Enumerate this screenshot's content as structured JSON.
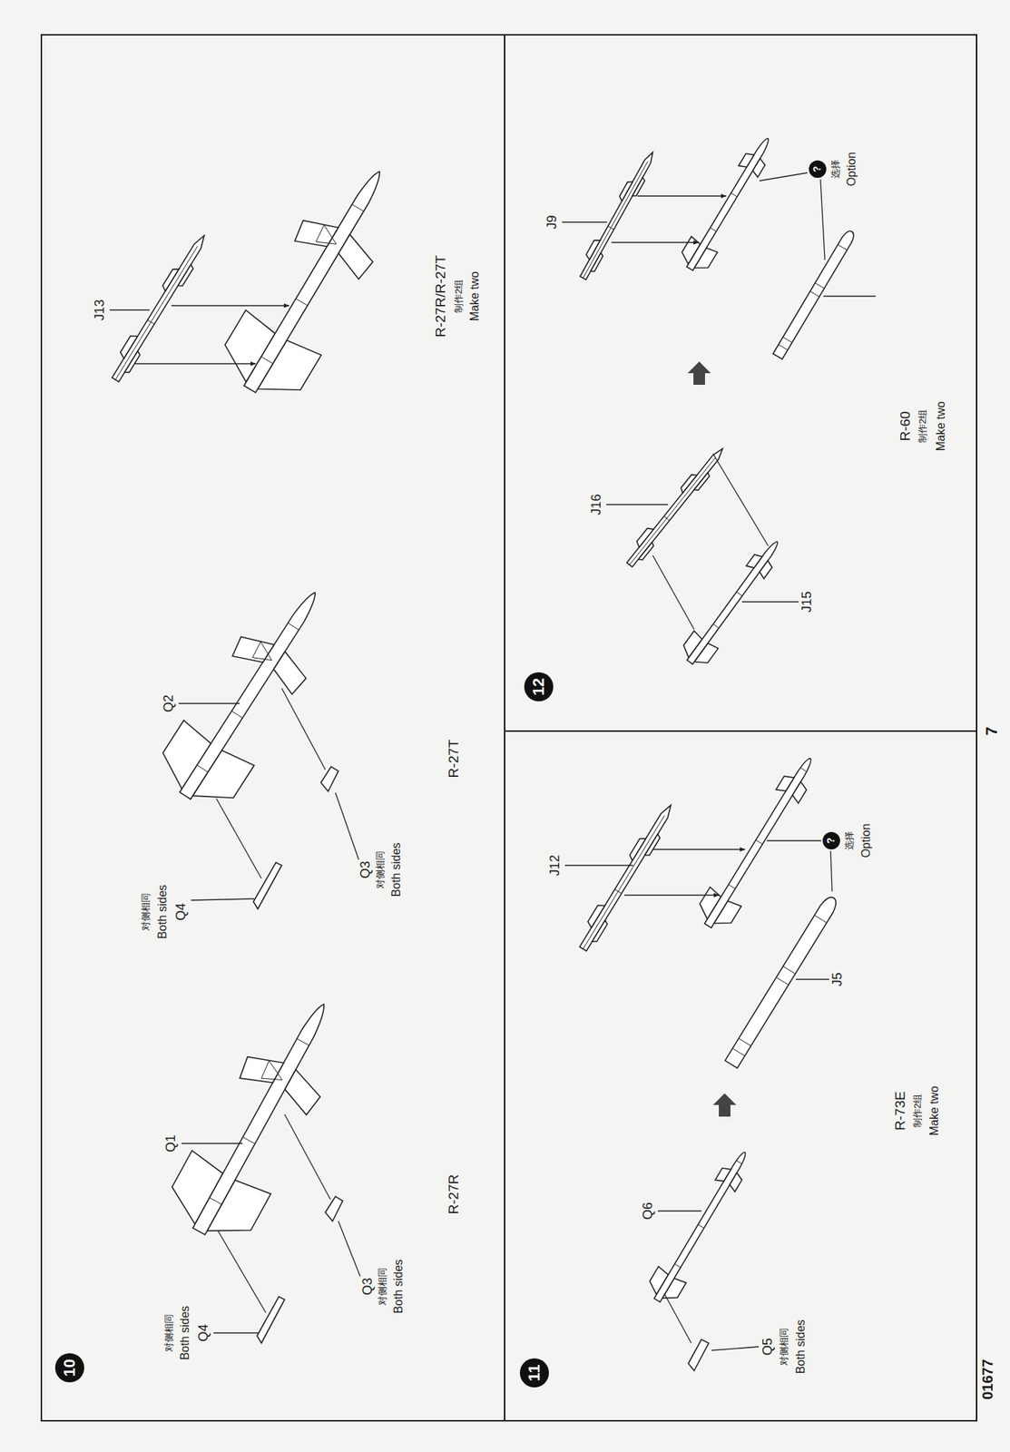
{
  "diagram": {
    "labels": [
      "10",
      "Q1",
      "对侧相同",
      "Both sides",
      "Q4",
      "Q3",
      "对侧相同",
      "Both sides",
      "R-27R",
      "Q2",
      "对侧相同",
      "Both sides",
      "Q4",
      "Q3",
      "对侧相同",
      "Both sides",
      "R-27T",
      "J13",
      "R-27R/R-27T",
      "制作2组",
      "Make two",
      "11",
      "Q5",
      "对侧相同",
      "Both sides",
      "Q6",
      "J12",
      "J5",
      "?",
      "选择",
      "Option",
      "R-73E",
      "制作2组",
      "Make two",
      "7",
      "01677",
      "12",
      "J15",
      "J16",
      "J9",
      "?",
      "选择",
      "Option",
      "R-60",
      "制作2组",
      "Make two"
    ]
  }
}
